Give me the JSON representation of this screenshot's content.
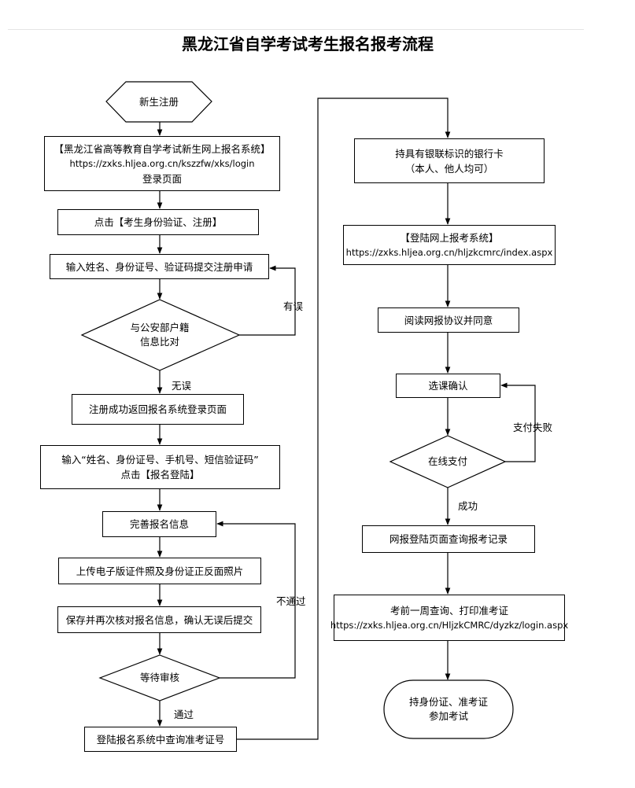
{
  "title": "黑龙江省自学考试考生报名报考流程",
  "left_column": {
    "start": "新生注册",
    "system_name": "【黑龙江省高等教育自学考试新生网上报名系统】",
    "system_url": "https://zxks.hljea.org.cn/kszzfw/xks/login",
    "system_page": "登录页面",
    "click_verify": "点击【考生身份验证、注册】",
    "input_info": "输入姓名、身份证号、验证码提交注册申请",
    "compare_line1": "与公安部户籍",
    "compare_line2": "信息比对",
    "label_error": "有误",
    "label_ok": "无误",
    "register_success": "注册成功返回报名系统登录页面",
    "input_login_line1": "输入“姓名、身份证号、手机号、短信验证码”",
    "input_login_line2": "点击【报名登陆】",
    "complete_info": "完善报名信息",
    "upload_photo": "上传电子版证件照及身份证正反面照片",
    "save_submit": "保存并再次核对报名信息，确认无误后提交",
    "wait_review": "等待审核",
    "label_not_pass": "不通过",
    "label_pass": "通过",
    "query_number": "登陆报名系统中查询准考证号"
  },
  "right_column": {
    "bank_card_line1": "持具有银联标识的银行卡",
    "bank_card_line2": "（本人、他人均可）",
    "exam_system_name": "【登陆网上报考系统】",
    "exam_system_url": "https://zxks.hljea.org.cn/hljzkcmrc/index.aspx",
    "read_agreement": "阅读网报协议并同意",
    "select_course": "选课确认",
    "label_pay_fail": "支付失败",
    "online_pay": "在线支付",
    "label_success": "成功",
    "query_record": "网报登陆页面查询报考记录",
    "print_line1": "考前一周查询、打印准考证",
    "print_url": "https://zxks.hljea.org.cn/HljzkCMRC/dyzkz/login.aspx",
    "final_line1": "持身份证、准考证",
    "final_line2": "参加考试"
  },
  "colors": {
    "stroke": "#000000",
    "background": "#ffffff"
  }
}
